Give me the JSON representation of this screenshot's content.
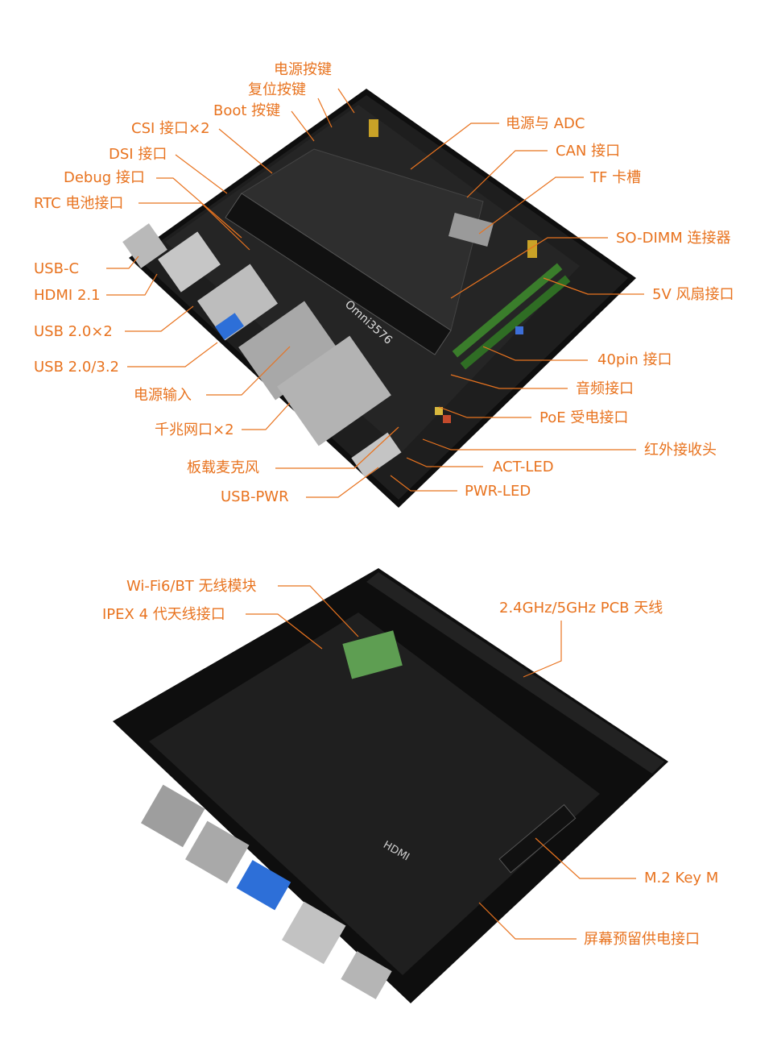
{
  "top_view": {
    "board_silkscreen": "Omni3576",
    "labels_left": [
      {
        "id": "power-button",
        "text": "电源按键"
      },
      {
        "id": "reset-button",
        "text": "复位按键"
      },
      {
        "id": "boot-button",
        "text": "Boot 按键"
      },
      {
        "id": "csi",
        "text": "CSI 接口×2"
      },
      {
        "id": "dsi",
        "text": "DSI 接口"
      },
      {
        "id": "debug",
        "text": "Debug 接口"
      },
      {
        "id": "rtc",
        "text": "RTC 电池接口"
      },
      {
        "id": "usb-c",
        "text": "USB-C"
      },
      {
        "id": "hdmi",
        "text": "HDMI 2.1"
      },
      {
        "id": "usb20",
        "text": "USB 2.0×2"
      },
      {
        "id": "usb32",
        "text": "USB 2.0/3.2"
      },
      {
        "id": "power-in",
        "text": "电源输入"
      },
      {
        "id": "gbe",
        "text": "千兆网口×2"
      },
      {
        "id": "mic",
        "text": "板载麦克风"
      },
      {
        "id": "usb-pwr",
        "text": "USB-PWR"
      }
    ],
    "labels_right": [
      {
        "id": "power-adc",
        "text": "电源与 ADC"
      },
      {
        "id": "can",
        "text": "CAN 接口"
      },
      {
        "id": "tf",
        "text": "TF 卡槽"
      },
      {
        "id": "so-dimm",
        "text": "SO-DIMM 连接器"
      },
      {
        "id": "fan",
        "text": "5V 风扇接口"
      },
      {
        "id": "gpio40",
        "text": "40pin 接口"
      },
      {
        "id": "audio",
        "text": "音频接口"
      },
      {
        "id": "poe",
        "text": "PoE 受电接口"
      },
      {
        "id": "ir",
        "text": "红外接收头"
      },
      {
        "id": "act-led",
        "text": "ACT-LED"
      },
      {
        "id": "pwr-led",
        "text": "PWR-LED"
      }
    ]
  },
  "bottom_view": {
    "labels": [
      {
        "id": "wifi",
        "text": "Wi-Fi6/BT 无线模块"
      },
      {
        "id": "ipex",
        "text": "IPEX 4 代天线接口"
      },
      {
        "id": "antenna",
        "text": "2.4GHz/5GHz PCB 天线"
      },
      {
        "id": "m2",
        "text": "M.2 Key M"
      },
      {
        "id": "screen-power",
        "text": "屏幕预留供电接口"
      }
    ],
    "board_silkscreen": "HDMI"
  },
  "colors": {
    "label": "#e8731f",
    "leader": "#e8731f",
    "board": "#1c1c1c",
    "case": "#101010",
    "metal": "#b9b9b9",
    "gold": "#c9a227"
  }
}
